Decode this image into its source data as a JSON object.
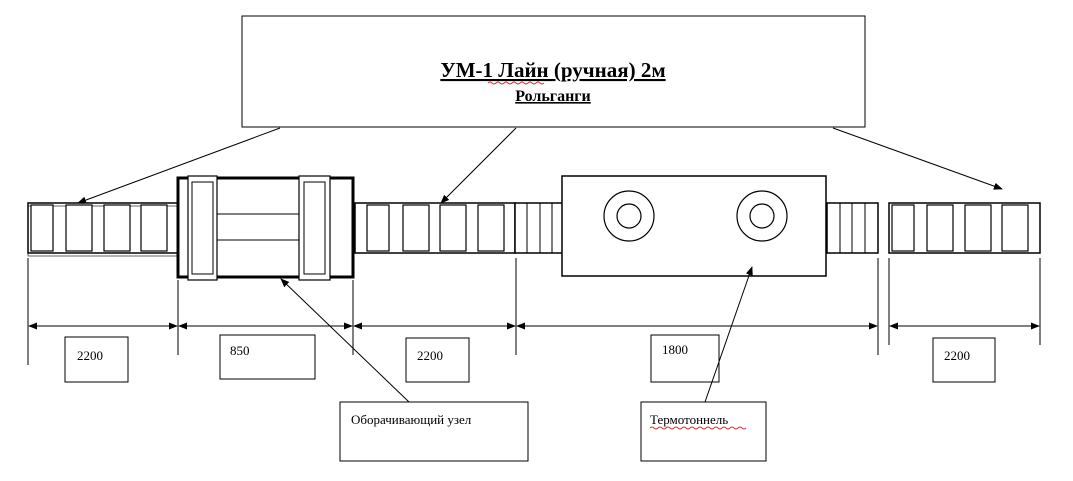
{
  "header": {
    "title": "УМ-1 Лайн (ручная) 2м",
    "subtitle": "Рольганги"
  },
  "dimensions": {
    "conveyor_1": "2200",
    "wrapping_unit": "850",
    "conveyor_2": "2200",
    "thermotunnel": "1800",
    "conveyor_3": "2200"
  },
  "labels": {
    "wrapping_unit": "Оборачивающий узел",
    "thermotunnel": "Термотоннель"
  },
  "colors": {
    "stroke": "#000000",
    "spellcheck_underline": "#e03030"
  }
}
